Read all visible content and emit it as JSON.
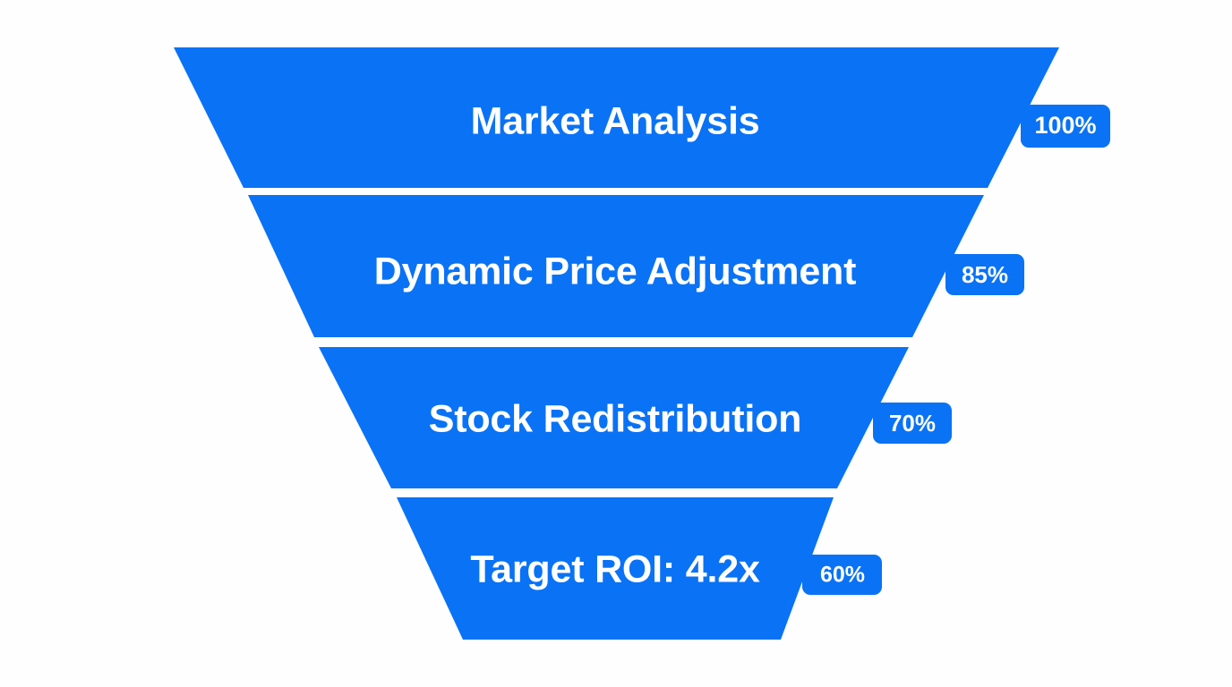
{
  "chart_data": {
    "type": "funnel",
    "title": "",
    "xlabel": "",
    "ylabel": "",
    "orientation": "vertical-descending",
    "background_color": "#fefefe",
    "series_color": "#0a72f5",
    "label_color": "#ffffff",
    "categories": [
      "Market Analysis",
      "Dynamic Price Adjustment",
      "Stock Redistribution",
      "Target ROI: 4.2x"
    ],
    "values": [
      100,
      85,
      70,
      60
    ],
    "value_labels": [
      "100%",
      "85%",
      "70%",
      "60%"
    ],
    "stages": [
      {
        "label": "Market Analysis",
        "value": 100,
        "value_label": "100%",
        "color": "#0a72f5",
        "badge_font_size": 27,
        "label_font_size": 43
      },
      {
        "label": "Dynamic Price Adjustment",
        "value": 85,
        "value_label": "85%",
        "color": "#0a72f5",
        "badge_font_size": 26,
        "label_font_size": 43
      },
      {
        "label": "Stock Redistribution",
        "value": 70,
        "value_label": "70%",
        "color": "#0a72f5",
        "badge_font_size": 26,
        "label_font_size": 43
      },
      {
        "label": "Target ROI: 4.2x",
        "value": 60,
        "value_label": "60%",
        "color": "#0a72f5",
        "badge_font_size": 25,
        "label_font_size": 43
      }
    ],
    "legend": [],
    "grid": false
  }
}
